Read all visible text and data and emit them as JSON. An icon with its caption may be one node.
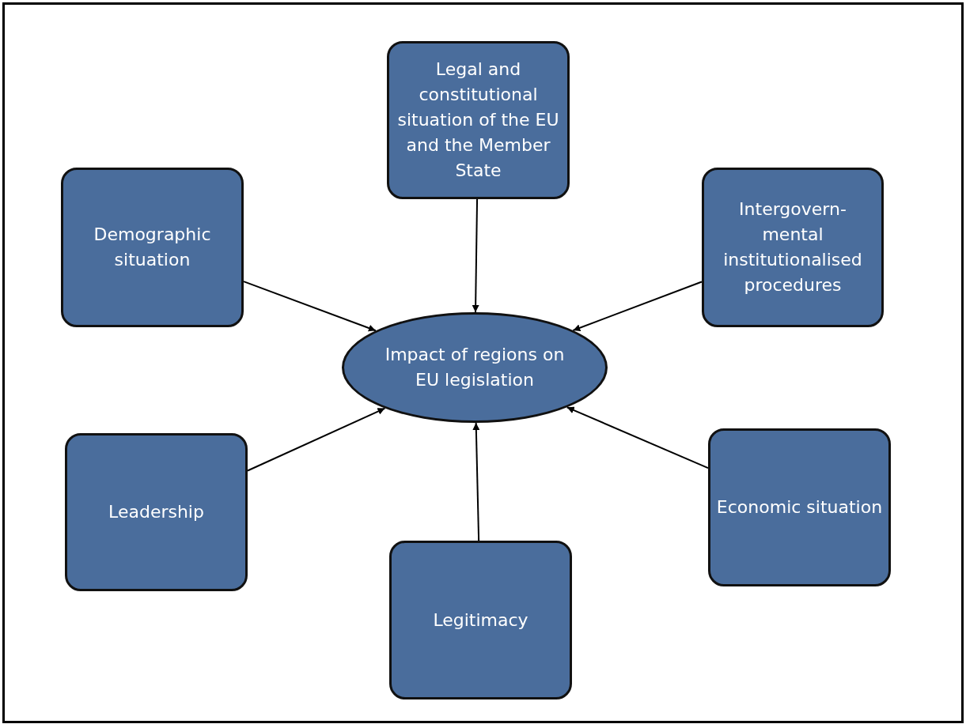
{
  "diagram": {
    "nodes": [
      {
        "text": [
          "Legal and constitutional situation of the EU and the Member State"
        ]
      },
      {
        "text": [
          "Demographic situation"
        ]
      },
      {
        "text": [
          "Intergovern-mental institutionalised procedures"
        ]
      },
      {
        "text": [
          "Impact of regions on EU legislation"
        ]
      },
      {
        "text": [
          "Leadership"
        ]
      },
      {
        "text": [
          "Economic situation"
        ]
      },
      {
        "text": [
          "Legitimacy"
        ]
      }
    ],
    "edges": [
      {
        "from": 0,
        "to": 3,
        "arrow": "to"
      },
      {
        "from": 1,
        "to": 3,
        "arrow": "to"
      },
      {
        "from": 2,
        "to": 3,
        "arrow": "to"
      },
      {
        "from": 4,
        "to": 3,
        "arrow": "to"
      },
      {
        "from": 5,
        "to": 3,
        "arrow": "to"
      },
      {
        "from": 6,
        "to": 3,
        "arrow": "to"
      }
    ]
  }
}
